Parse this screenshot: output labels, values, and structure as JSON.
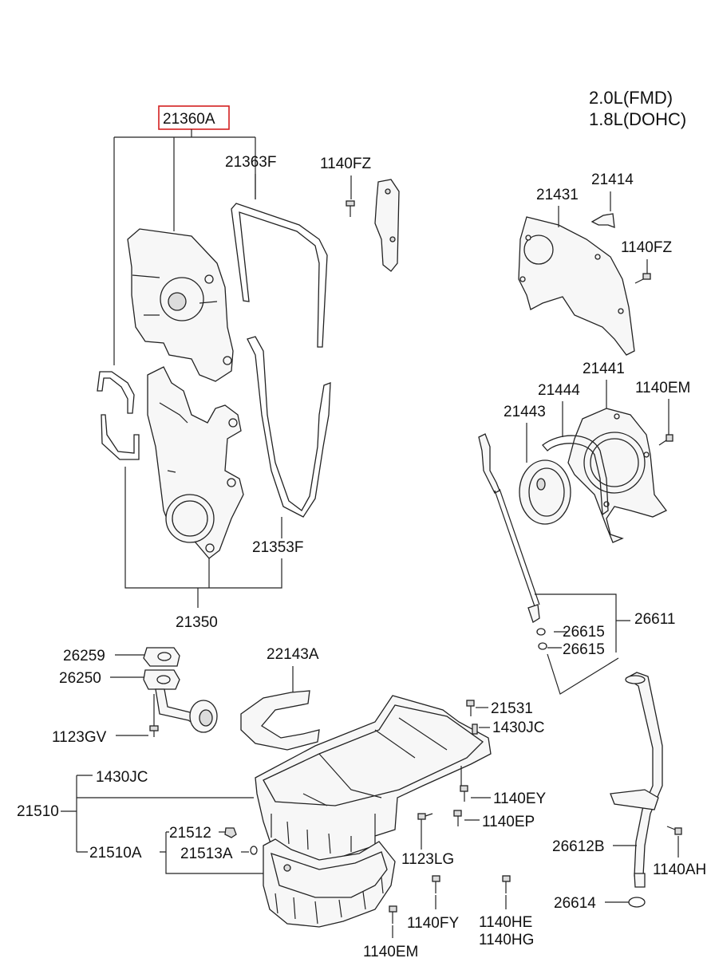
{
  "engine": {
    "line1": "2.0L(FMD)",
    "line2": "1.8L(DOHC)"
  },
  "highlight_color": "#d42020",
  "parts": {
    "p21360A": "21360A",
    "p21363F": "21363F",
    "p1140FZ_a": "1140FZ",
    "p21431": "21431",
    "p21414": "21414",
    "p1140FZ_b": "1140FZ",
    "p21441": "21441",
    "p21444": "21444",
    "p1140EM_a": "1140EM",
    "p21443": "21443",
    "p21353F": "21353F",
    "p21350": "21350",
    "p26615_a": "26615",
    "p26611": "26611",
    "p26615_b": "26615",
    "p26259": "26259",
    "p22143A": "22143A",
    "p26250": "26250",
    "p21531": "21531",
    "p1430JC_a": "1430JC",
    "p1123GV": "1123GV",
    "p1430JC_b": "1430JC",
    "p1140EY": "1140EY",
    "p21510": "21510",
    "p1140EP": "1140EP",
    "p21512": "21512",
    "p26612B": "26612B",
    "p21510A": "21510A",
    "p21513A": "21513A",
    "p1123LG": "1123LG",
    "p1140AH": "1140AH",
    "p26614": "26614",
    "p1140FY": "1140FY",
    "p1140HE": "1140HE",
    "p1140HG": "1140HG",
    "p1140EM_b": "1140EM"
  }
}
